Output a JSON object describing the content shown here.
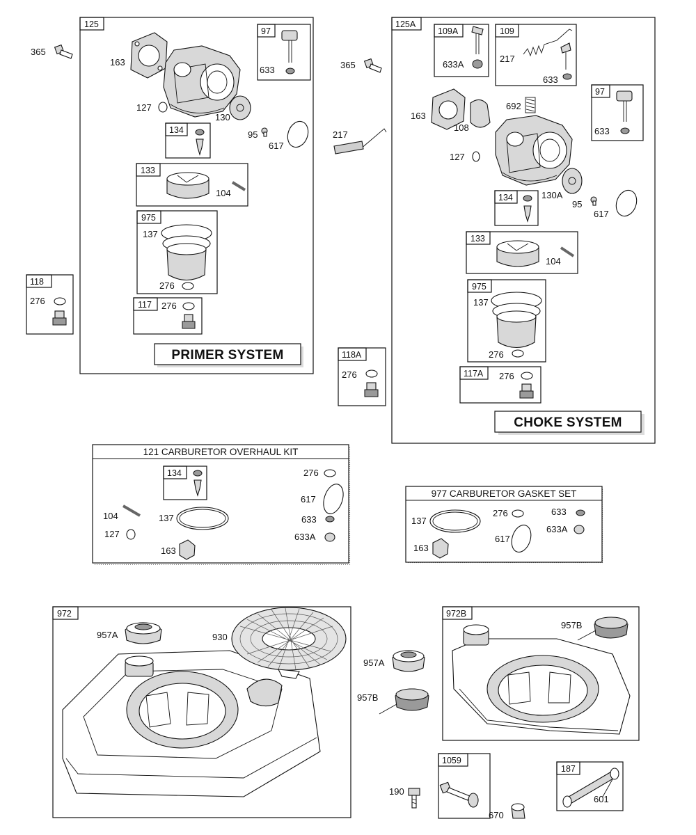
{
  "callouts": {
    "n365a": "365",
    "n365b": "365",
    "g125": "125",
    "g125a": "125A",
    "g97a": "97",
    "g97b": "97",
    "g109a": "109A",
    "g109": "109",
    "g134a": "134",
    "g134b": "134",
    "g134c": "134",
    "g133a": "133",
    "g133b": "133",
    "g975a": "975",
    "g975b": "975",
    "g117": "117",
    "g117a": "117A",
    "g118": "118",
    "g118a": "118A",
    "g972": "972",
    "g972b": "972B",
    "g1059": "1059",
    "g187": "187",
    "p163a": "163",
    "p163b": "163",
    "p163c": "163",
    "p163d": "163",
    "p633a": "633",
    "p633b": "633",
    "p633c": "633",
    "p633d": "633",
    "p633e": "633",
    "p633A1": "633A",
    "p633A2": "633A",
    "p633A3": "633A",
    "p127a": "127",
    "p127b": "127",
    "p127c": "127",
    "p130": "130",
    "p130A": "130A",
    "p95a": "95",
    "p95b": "95",
    "p617a": "617",
    "p617b": "617",
    "p617c": "617",
    "p617d": "617",
    "p104a": "104",
    "p104b": "104",
    "p104c": "104",
    "p137a": "137",
    "p137b": "137",
    "p137c": "137",
    "p137d": "137",
    "p276a": "276",
    "p276b": "276",
    "p276c": "276",
    "p276d": "276",
    "p276e": "276",
    "p276f": "276",
    "p276g": "276",
    "p276h": "276",
    "p217a": "217",
    "p217b": "217",
    "p692": "692",
    "p108": "108",
    "p957A1": "957A",
    "p957A2": "957A",
    "p957B1": "957B",
    "p957B2": "957B",
    "p930": "930",
    "p190": "190",
    "p670": "670",
    "p601": "601"
  },
  "titles": {
    "primer": "PRIMER SYSTEM",
    "choke": "CHOKE SYSTEM",
    "overhaul": "121 CARBURETOR OVERHAUL KIT",
    "gasket": "977 CARBURETOR GASKET SET"
  }
}
